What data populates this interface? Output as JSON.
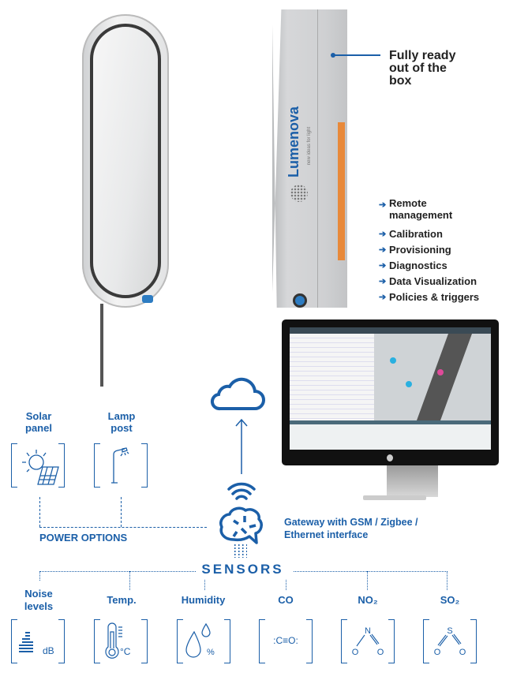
{
  "device": {
    "brand": "Lumenova",
    "tagline": "new ideas for light"
  },
  "callout": {
    "text_lines": [
      "Fully ready",
      "out of the",
      "box"
    ]
  },
  "features": [
    {
      "icon": "arrow-right-icon",
      "lines": [
        "Remote",
        "management"
      ]
    },
    {
      "icon": "arrow-right-icon",
      "lines": [
        "Calibration"
      ]
    },
    {
      "icon": "arrow-right-icon",
      "lines": [
        "Provisioning"
      ]
    },
    {
      "icon": "arrow-right-icon",
      "lines": [
        "Diagnostics"
      ]
    },
    {
      "icon": "arrow-right-icon",
      "lines": [
        "Data Visualization"
      ]
    },
    {
      "icon": "arrow-right-icon",
      "lines": [
        "Policies & triggers"
      ]
    }
  ],
  "power": {
    "title": "POWER OPTIONS",
    "options": [
      {
        "lines": [
          "Solar",
          "panel"
        ],
        "icon": "solar-panel-icon"
      },
      {
        "lines": [
          "Lamp",
          "post"
        ],
        "icon": "lamp-post-icon"
      }
    ]
  },
  "gateway": {
    "lines": [
      "Gateway with GSM / Zigbee /",
      "Ethernet interface"
    ]
  },
  "sensors": {
    "title": "SENSORS",
    "items": [
      {
        "lines": [
          "Noise",
          "levels"
        ],
        "icon": "noise-bars-icon",
        "unit": "dB"
      },
      {
        "lines": [
          "Temp."
        ],
        "icon": "thermometer-icon",
        "unit": "°C"
      },
      {
        "lines": [
          "Humidity"
        ],
        "icon": "droplets-icon",
        "unit": "%"
      },
      {
        "lines": [
          "CO"
        ],
        "icon": "co-molecule-icon",
        "formula": ":C≡O:"
      },
      {
        "lines": [
          "NO₂"
        ],
        "icon": "no2-molecule-icon",
        "atoms": [
          "N",
          "O",
          "O"
        ]
      },
      {
        "lines": [
          "SO₂"
        ],
        "icon": "so2-molecule-icon",
        "atoms": [
          "S",
          "O",
          "O"
        ]
      }
    ]
  },
  "colors": {
    "accent": "#1b5fa8",
    "bracket_orange": "#e8893a",
    "text_dark": "#222222"
  }
}
